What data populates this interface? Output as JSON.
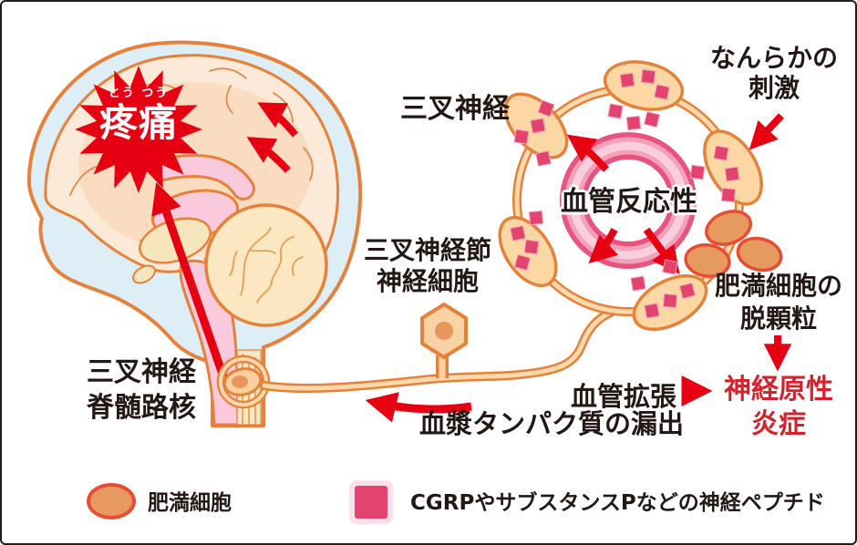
{
  "labels": {
    "pain": {
      "furigana": "とう つう",
      "text": "疼痛"
    },
    "trigeminal_nerve": "三叉神経",
    "stimulus": {
      "line1": "なんらかの",
      "line2": "刺激"
    },
    "vascular_reactivity": "血管反応性",
    "ganglion": {
      "line1": "三叉神経節",
      "line2": "神経細胞"
    },
    "spinal_nucleus": {
      "line1": "三叉神経",
      "line2": "脊髄路核"
    },
    "mast_degranulation": {
      "line1": "肥満細胞の",
      "line2": "脱顆粒"
    },
    "vasodilation": "血管拡張",
    "plasma_leakage": "血漿タンパク質の漏出",
    "neurogenic": {
      "line1": "神経原性",
      "line2": "炎症"
    }
  },
  "legend": {
    "mast_cell": "肥満細胞",
    "neuropeptide": "CGRPやサブスタンスPなどの神経ペプチド"
  },
  "colors": {
    "red_arrow": "#e60012",
    "deep_red_text": "#d5232e",
    "neuropeptide_pink": "#e2436f",
    "mast_cell_fill": "#e79a5f",
    "mast_cell_stroke": "#e84d33",
    "nerve_outline": "#e6813b",
    "nerve_fill": "#fbd7a4",
    "vessel_pink": "#e8537f",
    "text_black": "#231815"
  }
}
